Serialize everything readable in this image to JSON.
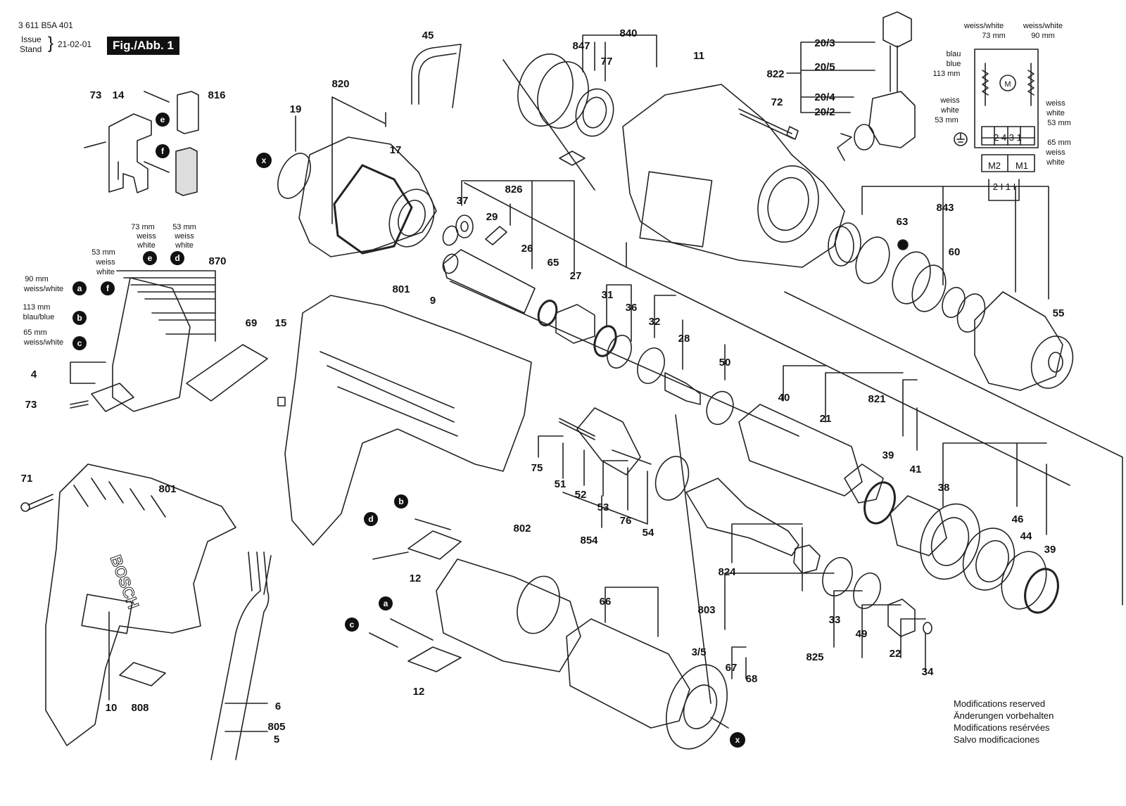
{
  "header": {
    "doc_number": "3 611 B5A 401",
    "issue_label": "Issue",
    "stand_label": "Stand",
    "issue_date": "21-02-01",
    "figure_label": "Fig./Abb. 1"
  },
  "footer_notes": [
    "Modifications reserved",
    "Änderungen vorbehalten",
    "Modifications resérvées",
    "Salvo modificaciones"
  ],
  "callouts": [
    {
      "id": "c_45",
      "text": "45"
    },
    {
      "id": "c_840",
      "text": "840"
    },
    {
      "id": "c_847",
      "text": "847"
    },
    {
      "id": "c_77",
      "text": "77"
    },
    {
      "id": "c_11",
      "text": "11"
    },
    {
      "id": "c_72",
      "text": "72"
    },
    {
      "id": "c_822",
      "text": "822"
    },
    {
      "id": "c_20_3",
      "text": "20/3"
    },
    {
      "id": "c_20_5",
      "text": "20/5"
    },
    {
      "id": "c_20_4",
      "text": "20/4"
    },
    {
      "id": "c_20_2",
      "text": "20/2"
    },
    {
      "id": "c_73a",
      "text": "73"
    },
    {
      "id": "c_14",
      "text": "14"
    },
    {
      "id": "c_816",
      "text": "816"
    },
    {
      "id": "c_820",
      "text": "820"
    },
    {
      "id": "c_19",
      "text": "19"
    },
    {
      "id": "c_17",
      "text": "17"
    },
    {
      "id": "c_37",
      "text": "37"
    },
    {
      "id": "c_826",
      "text": "826"
    },
    {
      "id": "c_29",
      "text": "29"
    },
    {
      "id": "c_26",
      "text": "26"
    },
    {
      "id": "c_65",
      "text": "65"
    },
    {
      "id": "c_27",
      "text": "27"
    },
    {
      "id": "c_843",
      "text": "843"
    },
    {
      "id": "c_63",
      "text": "63"
    },
    {
      "id": "c_60",
      "text": "60"
    },
    {
      "id": "c_55",
      "text": "55"
    },
    {
      "id": "c_31",
      "text": "31"
    },
    {
      "id": "c_36",
      "text": "36"
    },
    {
      "id": "c_32",
      "text": "32"
    },
    {
      "id": "c_28",
      "text": "28"
    },
    {
      "id": "c_50",
      "text": "50"
    },
    {
      "id": "c_40",
      "text": "40"
    },
    {
      "id": "c_21",
      "text": "21"
    },
    {
      "id": "c_821",
      "text": "821"
    },
    {
      "id": "c_39a",
      "text": "39"
    },
    {
      "id": "c_41",
      "text": "41"
    },
    {
      "id": "c_38",
      "text": "38"
    },
    {
      "id": "c_46",
      "text": "46"
    },
    {
      "id": "c_44",
      "text": "44"
    },
    {
      "id": "c_39b",
      "text": "39"
    },
    {
      "id": "c_870",
      "text": "870"
    },
    {
      "id": "c_69",
      "text": "69"
    },
    {
      "id": "c_15",
      "text": "15"
    },
    {
      "id": "c_801a",
      "text": "801"
    },
    {
      "id": "c_9",
      "text": "9"
    },
    {
      "id": "c_4",
      "text": "4"
    },
    {
      "id": "c_73b",
      "text": "73"
    },
    {
      "id": "c_71",
      "text": "71"
    },
    {
      "id": "c_801b",
      "text": "801"
    },
    {
      "id": "c_75",
      "text": "75"
    },
    {
      "id": "c_51",
      "text": "51"
    },
    {
      "id": "c_52",
      "text": "52"
    },
    {
      "id": "c_53",
      "text": "53"
    },
    {
      "id": "c_76",
      "text": "76"
    },
    {
      "id": "c_54",
      "text": "54"
    },
    {
      "id": "c_854",
      "text": "854"
    },
    {
      "id": "c_802",
      "text": "802"
    },
    {
      "id": "c_12a",
      "text": "12"
    },
    {
      "id": "c_12b",
      "text": "12"
    },
    {
      "id": "c_824",
      "text": "824"
    },
    {
      "id": "c_66",
      "text": "66"
    },
    {
      "id": "c_803",
      "text": "803"
    },
    {
      "id": "c_3_5",
      "text": "3/5"
    },
    {
      "id": "c_67",
      "text": "67"
    },
    {
      "id": "c_68",
      "text": "68"
    },
    {
      "id": "c_33",
      "text": "33"
    },
    {
      "id": "c_49",
      "text": "49"
    },
    {
      "id": "c_22",
      "text": "22"
    },
    {
      "id": "c_34",
      "text": "34"
    },
    {
      "id": "c_825",
      "text": "825"
    },
    {
      "id": "c_10",
      "text": "10"
    },
    {
      "id": "c_808",
      "text": "808"
    },
    {
      "id": "c_6",
      "text": "6"
    },
    {
      "id": "c_805",
      "text": "805"
    },
    {
      "id": "c_5",
      "text": "5"
    }
  ],
  "markers": {
    "x": "x",
    "e": "e",
    "f": "f",
    "a": "a",
    "b": "b",
    "c": "c",
    "d": "d"
  },
  "wire_labels": {
    "w73_a": "73 mm",
    "w73_b": "weiss",
    "w73_c": "white",
    "w53_a": "53 mm",
    "w53_b": "weiss",
    "w53_c": "white",
    "w53b_a": "53 mm",
    "w53b_b": "weiss",
    "w53b_c": "white",
    "w90_a": "90 mm",
    "w90_b": "weiss/white",
    "w113_a": "113 mm",
    "w113_b": "blau/blue",
    "w65_a": "65 mm",
    "w65_b": "weiss/white"
  },
  "schematic": {
    "tl1": "weiss/white",
    "tl2": "73 mm",
    "tr1": "weiss/white",
    "tr2": "90 mm",
    "l1": "blau",
    "l2": "blue",
    "l3": "113 mm",
    "l4": "weiss",
    "l5": "white",
    "l6": "53 mm",
    "r1": "weiss",
    "r2": "white",
    "r3": "53 mm",
    "r4": "65 mm",
    "r5": "weiss",
    "r6": "white",
    "terminals": "2 4 3 1",
    "m2": "M2",
    "m1": "M1",
    "in": "2 I  1 I",
    "motor": "M"
  },
  "brand": "BOSCH"
}
